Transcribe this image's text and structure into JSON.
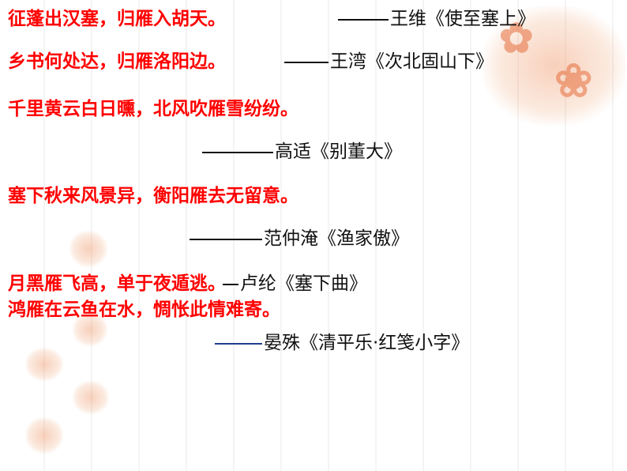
{
  "poems": [
    {
      "verse": "征蓬出汉塞，归雁入胡天。",
      "source": "王维《使至塞上》"
    },
    {
      "verse": "乡书何处达，归雁洛阳边。",
      "source": "王湾《次北固山下》"
    },
    {
      "verse": "千里黄云白日曛，北风吹雁雪纷纷。",
      "source": "高适《别董大》"
    },
    {
      "verse": "塞下秋来风景异，衡阳雁去无留意。",
      "source": "范仲淹《渔家傲》"
    },
    {
      "verse": "月黑雁飞高，单于夜遁逃。",
      "source": "卢纶《塞下曲》"
    },
    {
      "verse": "鸿雁在云鱼在水，惆怅此情难寄。",
      "source": "晏殊《清平乐·红笺小字》"
    }
  ],
  "colors": {
    "verse": "#ff0000",
    "source": "#111111",
    "seal": "#e8703c"
  }
}
